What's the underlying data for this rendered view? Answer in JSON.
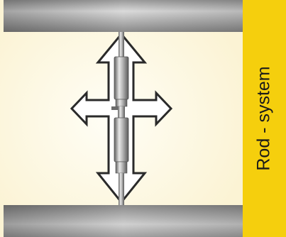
{
  "diagram": {
    "side_label": "Rod - system",
    "colors": {
      "background": "#fffbea",
      "side_panel": "#f5cf0d",
      "plate_light": "#d6d6d6",
      "plate_dark": "#808080",
      "rod_light": "#e6e6e6",
      "rod_dark": "#6f6f6f",
      "arrow_fill": "#ffffff",
      "arrow_stroke": "#2a2a2a"
    },
    "icons": [
      "double-headed-vertical-arrow",
      "double-headed-horizontal-arrow",
      "measuring-rod"
    ]
  }
}
